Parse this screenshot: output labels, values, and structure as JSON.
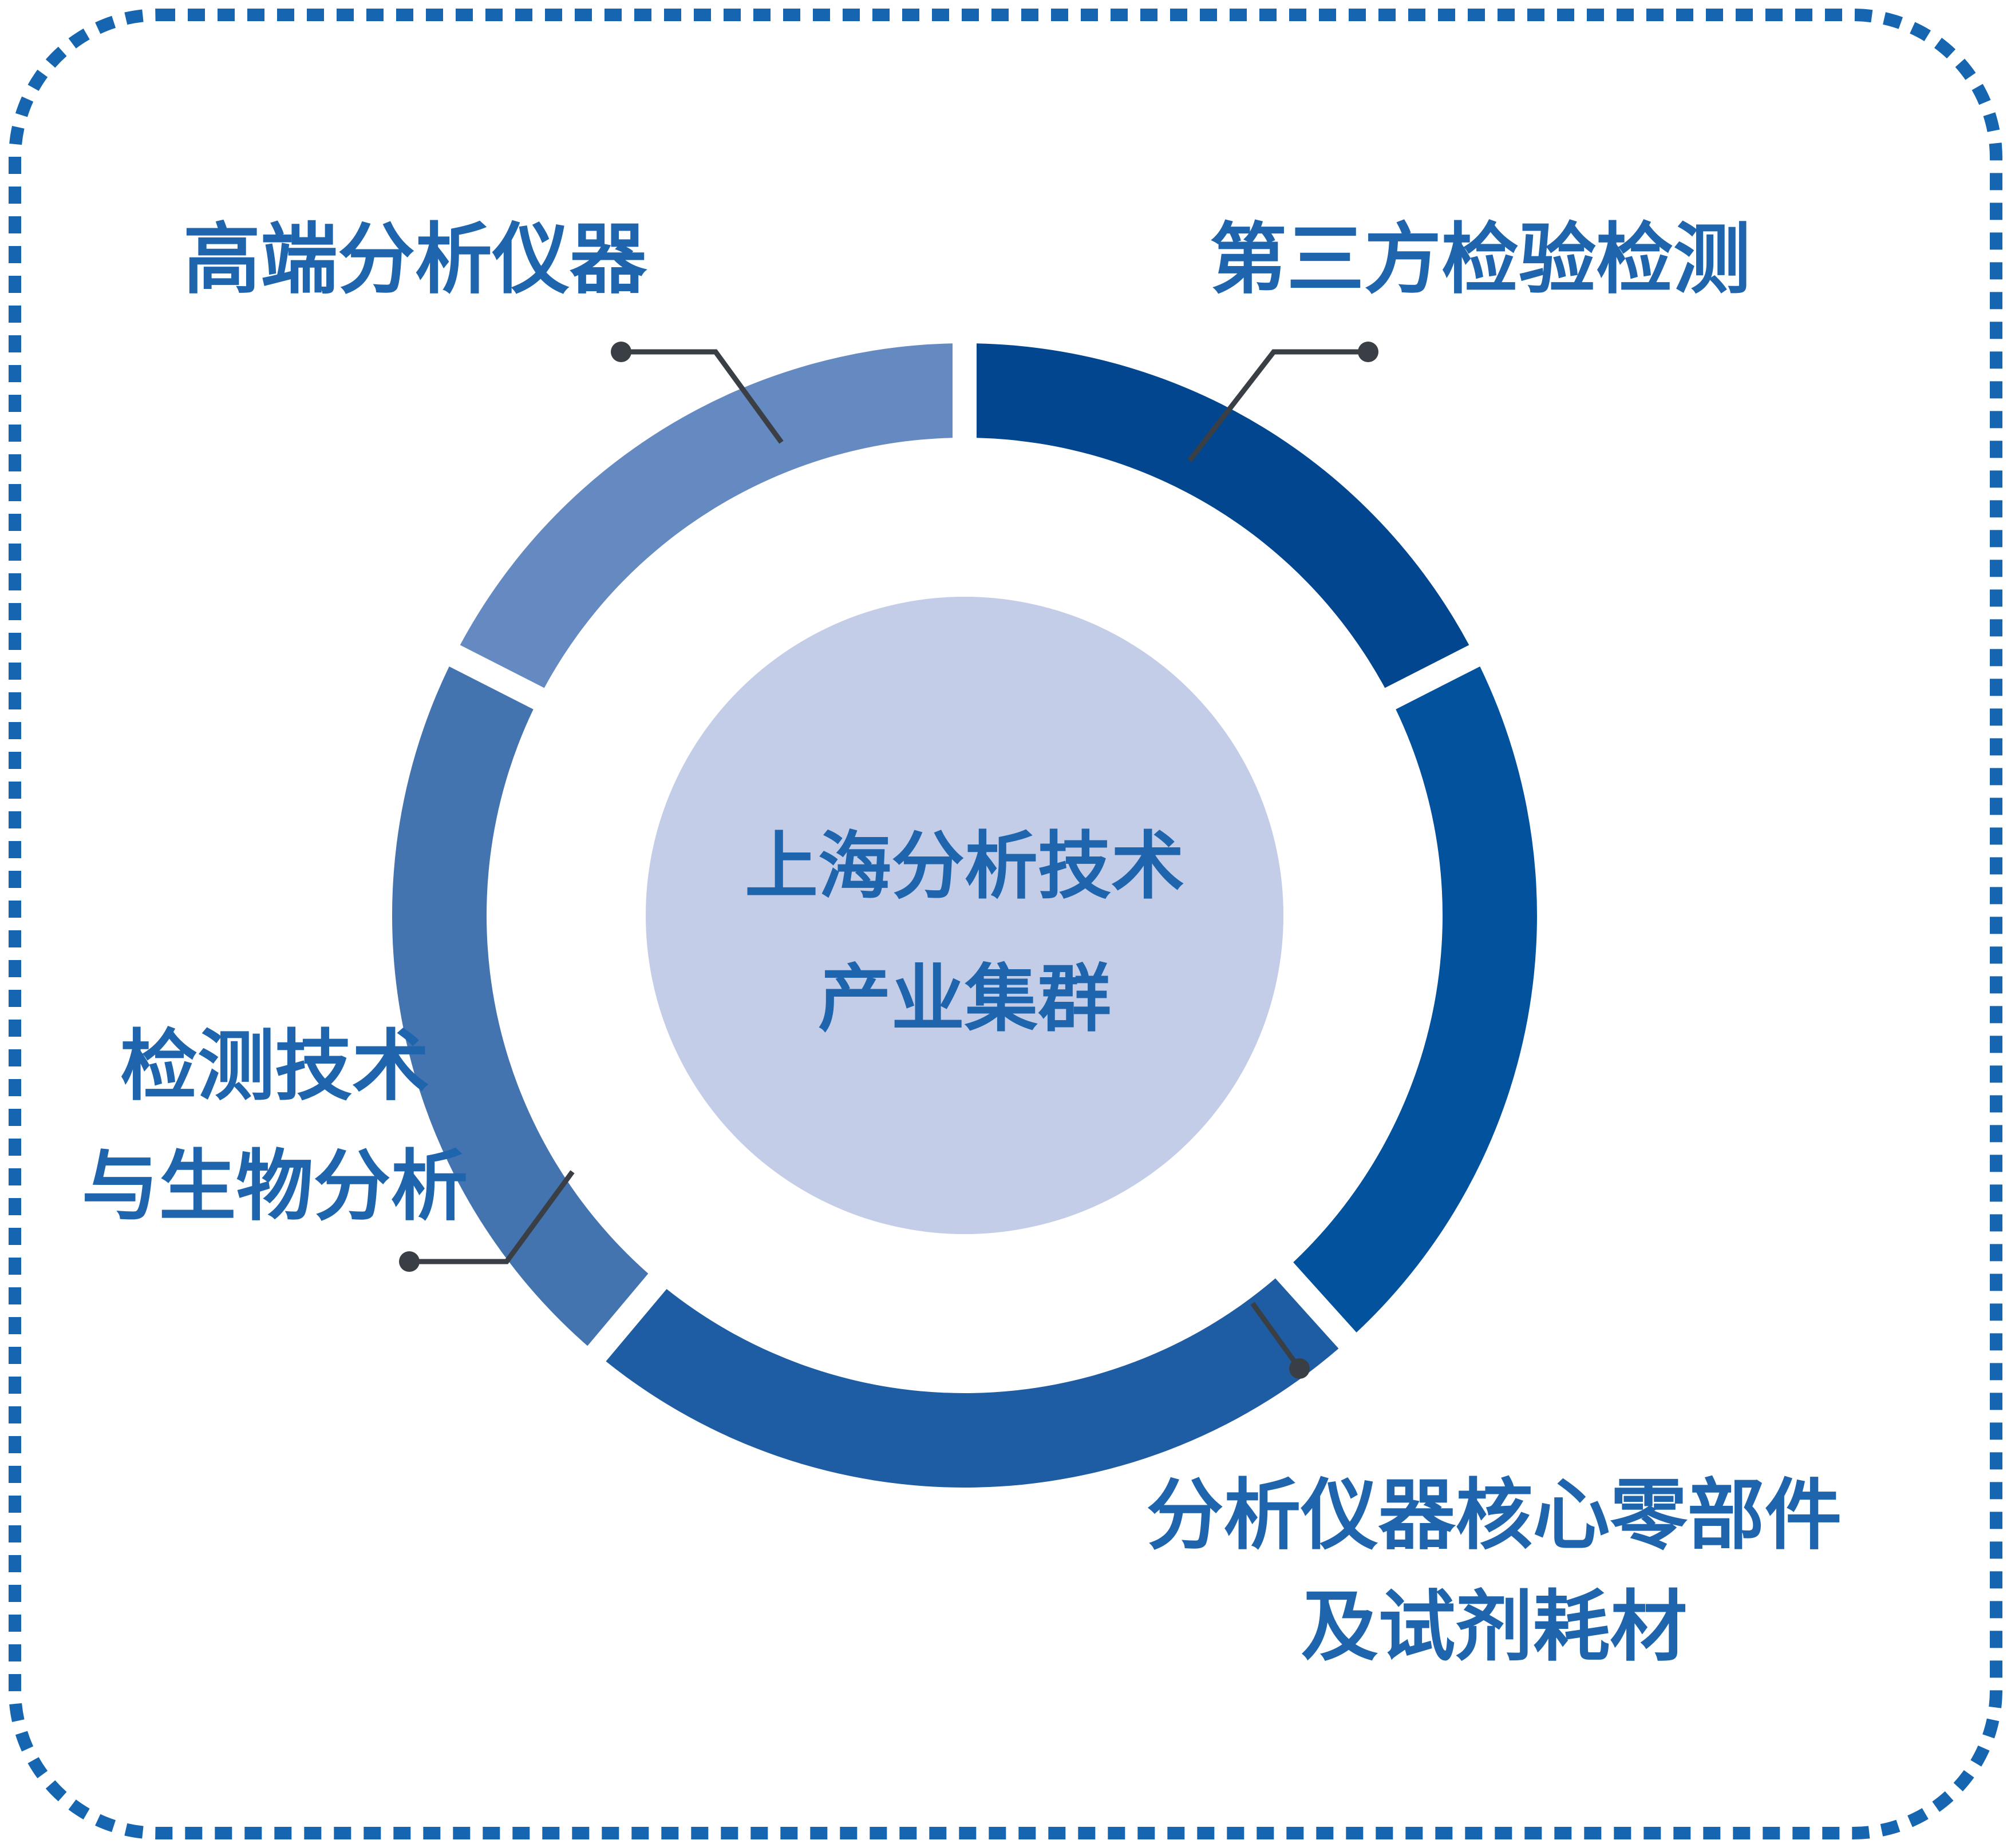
{
  "center": {
    "line1": "上海分析技术",
    "line2": "产业集群"
  },
  "segments": [
    {
      "id": "high-end-instruments",
      "lines": [
        "高端分析仪器"
      ],
      "color": "#6589c1"
    },
    {
      "id": "third-party-testing",
      "lines": [
        "第三方检验检测"
      ],
      "color": "#02468f"
    },
    {
      "id": "components-reagents",
      "lines": [
        "分析仪器核心零部件",
        "及试剂耗材"
      ],
      "color": "#03529e"
    },
    {
      "id": "bottom-segment",
      "lines": [],
      "color": "#1e5da3"
    },
    {
      "id": "testing-bio-analysis",
      "lines": [
        "检测技术",
        "与生物分析"
      ],
      "color": "#4374af"
    }
  ],
  "colors": {
    "frame": "#1565b0",
    "label_text": "#1f65ad",
    "center_fill": "#c4cde8",
    "center_text": "#1f65ad",
    "connector": "#3a3f45"
  }
}
